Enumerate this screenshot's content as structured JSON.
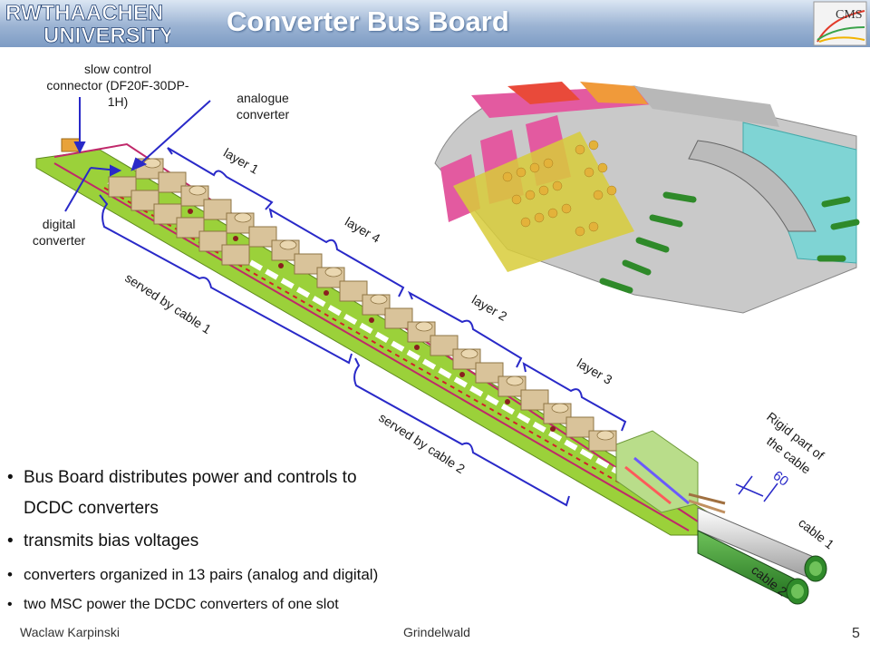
{
  "slide": {
    "title": "Converter Bus Board",
    "logo_text_line1": "RWTHAACHEN",
    "logo_text_line2": "UNIVERSITY",
    "cms_logo_text": "CMS",
    "page_number": "5"
  },
  "labels": {
    "slow_control": "slow control",
    "slow_control_part": "connector (DF20F-30DP-1H)",
    "analogue_1": "analogue",
    "analogue_2": "converter",
    "digital_1": "digital",
    "digital_2": "converter",
    "layer1": "layer 1",
    "layer4": "layer 4",
    "layer2": "layer 2",
    "layer3": "layer 3",
    "served1": "served by cable 1",
    "served2": "served by cable 2",
    "rigid1": "Rigid part of",
    "rigid2": "the cable",
    "rigid_value": "60",
    "cable1": "cable 1",
    "cable2": "cable 2"
  },
  "bullets": [
    {
      "text": "Bus Board distributes power and controls to"
    },
    {
      "text": "DCDC converters"
    },
    {
      "text": "transmits bias voltages"
    },
    {
      "text": "converters organized in 13  pairs  (analog and digital)"
    },
    {
      "text": "two MSC power the DCDC converters of one slot"
    }
  ],
  "footer": {
    "author": "Waclaw Karpinski",
    "location": "Grindelwald"
  },
  "colors": {
    "header_blue": "#7d9cc4",
    "bracket_blue": "#2929c8",
    "board_green": "#9bd13a",
    "converter_tan": "#d9c39a",
    "cable_green": "#2f8a2a",
    "pink": "#e35aa0"
  }
}
